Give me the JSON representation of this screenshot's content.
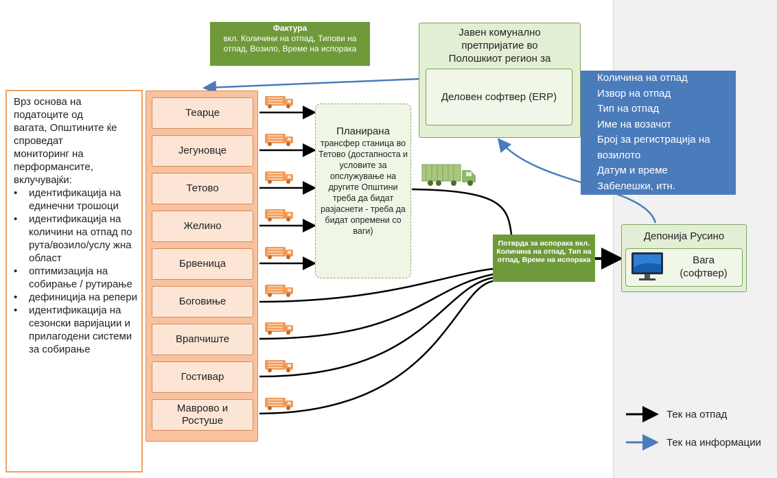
{
  "invoice": {
    "title": "Фактура",
    "body": "вкл. Количини на отпад, Типови на отпад, Возило, Време на испорака"
  },
  "utility": {
    "title": "Јавен комунално претпријатие во Полошкиот регион за цврст отпад",
    "erp": "Деловен софтвер (ERP)"
  },
  "info_box": {
    "lines": [
      "Количина на отпад",
      "Извор на отпад",
      "Тип на отпад",
      "Име на возачот",
      "Број за регистрација на",
      "возилото",
      "Датум и време",
      "Забелешки, итн."
    ]
  },
  "left_panel": {
    "intro": "Врз основа на\nподатоците од\nвагата, Општините ќе\nспроведат\nмониторинг на\nперформансите,\nвклучувајќи:",
    "bullets": [
      "идентификација на единечни трошоци",
      "идентификација на количини на отпад по рута/возило/услу жна област",
      "оптимизација на собирање / рутирање",
      "дефиниција на репери",
      "идентификација на сезонски варијации и прилагодени системи за собирање"
    ]
  },
  "municipalities": [
    "Теарце",
    "Јегуновце",
    "Тетово",
    "Желино",
    "Брвеница",
    "Боговиње",
    "Врапчиште",
    "Гостивар",
    "Маврово и\nРостуше"
  ],
  "transfer": {
    "title": "Планирана",
    "body": "трансфер станица во Тетово (достапноста и условите за опслужување на другите Општини треба да бидат разјаснети - треба да бидат опремени со ваги)"
  },
  "confirmation": {
    "text": "Потврда за испорака вкл. Количина на отпад, Тип на отпад, Време на испорака"
  },
  "landfill": {
    "title": "Депонија Русино",
    "scale": "Вага\n(софтвер)"
  },
  "legend": {
    "waste_flow": "Тек на отпад",
    "info_flow": "Тек на информации"
  },
  "icons": {
    "truck": "garbage-truck-icon",
    "transfer_truck": "transfer-truck-icon",
    "monitor": "computer-monitor-icon"
  },
  "colors": {
    "green_box": "#6f9a3a",
    "green_light": "#e3efd5",
    "blue_box": "#4a7bbb",
    "orange_panel": "#f9c29e",
    "orange_border": "#f0a060",
    "info_arrow": "#4a7bbb",
    "waste_arrow": "#000000",
    "truck": "#f29a55"
  }
}
